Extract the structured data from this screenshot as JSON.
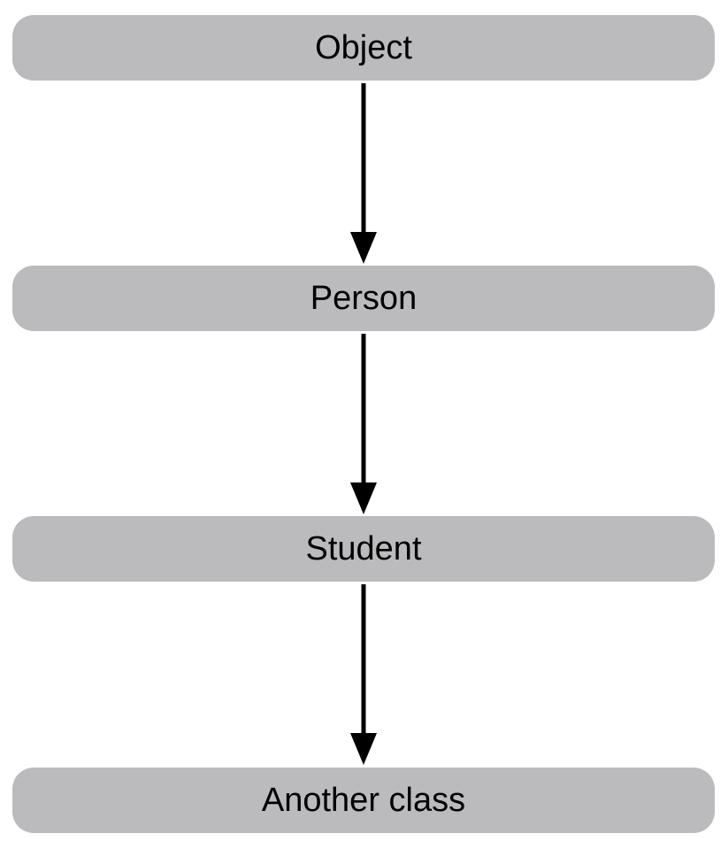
{
  "diagram": {
    "nodes": [
      {
        "label": "Object"
      },
      {
        "label": "Person"
      },
      {
        "label": "Student"
      },
      {
        "label": "Another class"
      }
    ],
    "edges": [
      {
        "from": "Object",
        "to": "Person"
      },
      {
        "from": "Person",
        "to": "Student"
      },
      {
        "from": "Student",
        "to": "Another class"
      }
    ]
  },
  "colors": {
    "node_fill": "#bbbbbe",
    "arrow": "#000000",
    "background": "#ffffff"
  }
}
